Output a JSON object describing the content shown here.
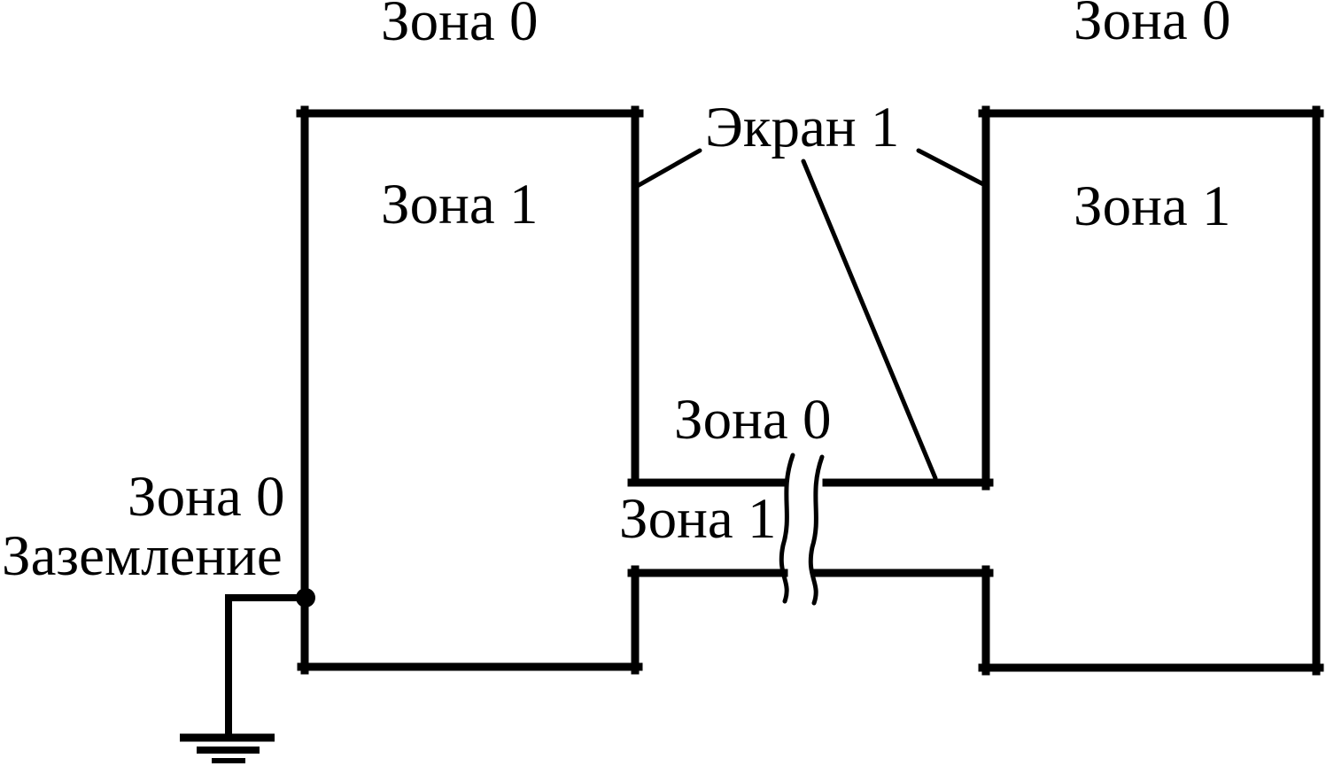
{
  "diagram": {
    "title_context": "Lightning protection zones shielding diagram",
    "labels": {
      "zone0_top_left": "Зона 0",
      "zone0_top_right": "Зона 0",
      "screen1": "Экран 1",
      "zone1_left_box": "Зона 1",
      "zone1_right_box": "Зона 1",
      "zone0_passage": "Зона 0",
      "zone1_passage": "Зона 1",
      "zone0_ground": "Зона 0",
      "grounding": "Заземление"
    },
    "icons": {
      "earth_ground_symbol": "three-horizontal-bars",
      "junction_dot": "filled-circle",
      "break_mark": "double-wavy-line"
    },
    "colors": {
      "ink": "#000000",
      "background": "#ffffff"
    }
  }
}
